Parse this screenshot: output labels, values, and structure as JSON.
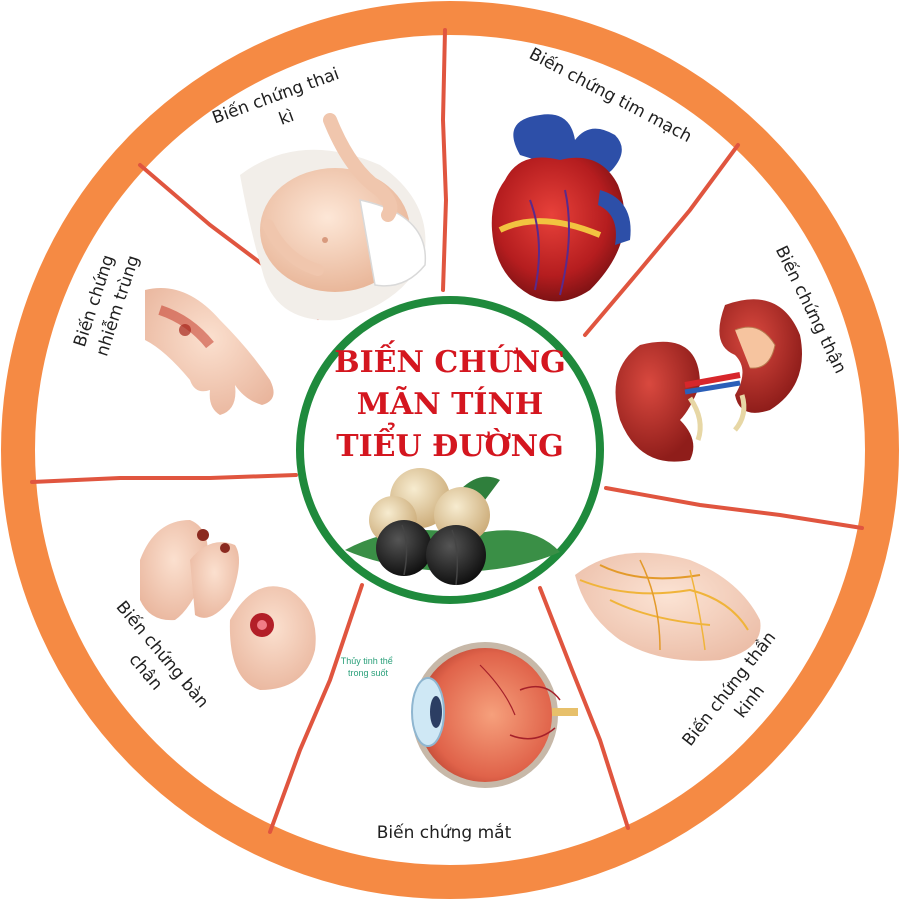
{
  "title": {
    "line1": "BIẾN CHỨNG",
    "line2": "MÃN TÍNH",
    "line3": "TIỂU ĐƯỜNG"
  },
  "segments": {
    "pregnancy": {
      "line1": "Biến chứng thai",
      "line2": "kì"
    },
    "cardio": {
      "line1": "Biến chứng tim mạch"
    },
    "kidney": {
      "line1": "Biến chứng thận"
    },
    "nerve": {
      "line1": "Biến chứng thần",
      "line2": "kinh"
    },
    "eye": {
      "line1": "Biến chứng mắt",
      "note_line1": "Thủy tinh thể",
      "note_line2": "trong suốt"
    },
    "foot": {
      "line1": "Biến chứng bàn",
      "line2": "chân"
    },
    "infection": {
      "line1": "Biến chứng",
      "line2": "nhiễm trùng"
    }
  },
  "colors": {
    "outer_ring": "#f58a44",
    "divider": "#e0553f",
    "center_ring": "#1f8a3c",
    "title": "#d4161f"
  },
  "icons": {
    "pregnancy": "pregnant-belly-illustration",
    "cardio": "heart-illustration",
    "kidney": "kidneys-illustration",
    "nerve": "foot-nerves-illustration",
    "eye": "eye-anatomy-illustration",
    "foot": "diabetic-foot-illustration",
    "infection": "infected-hand-illustration",
    "center": "black-garlic-illustration"
  }
}
